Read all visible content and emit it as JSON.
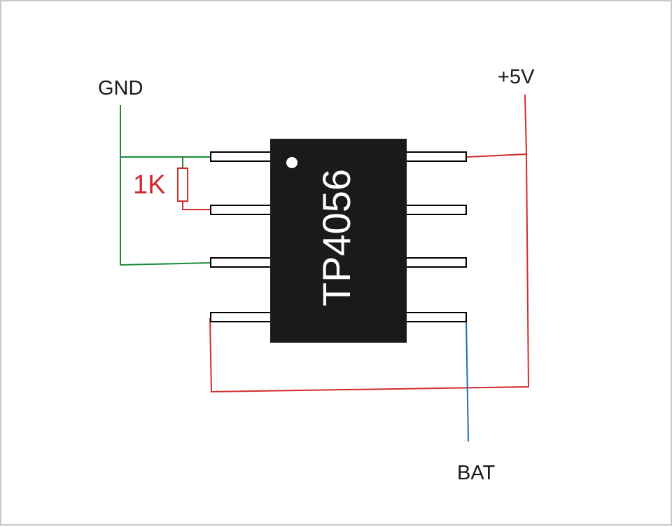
{
  "labels": {
    "gnd": "GND",
    "vcc": "+5V",
    "bat": "BAT",
    "resistor": "1K",
    "chip": "TP4056"
  },
  "colors": {
    "gnd_wire": "#1a8a3a",
    "power_wire": "#d42a2a",
    "bat_wire": "#1f6fb0",
    "chip_body": "#1a1a1a",
    "pin_outline": "#000000",
    "resistor_label": "#cc2b2b"
  }
}
